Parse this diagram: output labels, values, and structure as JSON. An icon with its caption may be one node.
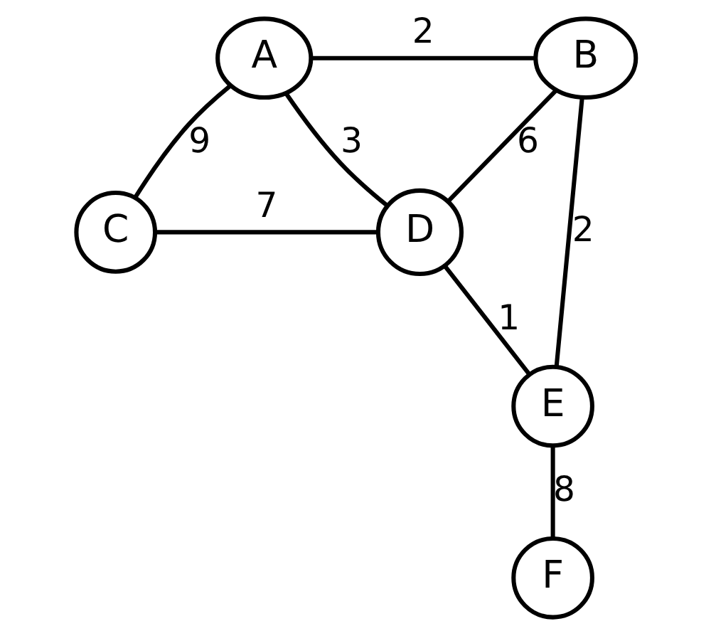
{
  "diagram": {
    "nodes": [
      {
        "text": [
          "A"
        ]
      },
      {
        "text": [
          "B"
        ]
      },
      {
        "text": [
          "C"
        ]
      },
      {
        "text": [
          "D"
        ]
      },
      {
        "text": [
          "E"
        ]
      },
      {
        "text": [
          "F"
        ]
      }
    ],
    "edges": [
      {
        "from": 0,
        "to": 1,
        "arrow": "none",
        "label": "2"
      },
      {
        "from": 0,
        "to": 3,
        "arrow": "none",
        "label": "3"
      },
      {
        "from": 0,
        "to": 2,
        "arrow": "none",
        "label": "9"
      },
      {
        "from": 1,
        "to": 3,
        "arrow": "none",
        "label": "6"
      },
      {
        "from": 1,
        "to": 4,
        "arrow": "none",
        "label": "2"
      },
      {
        "from": 2,
        "to": 3,
        "arrow": "none",
        "label": "7"
      },
      {
        "from": 3,
        "to": 4,
        "arrow": "none",
        "label": "1"
      },
      {
        "from": 4,
        "to": 5,
        "arrow": "none",
        "label": "8"
      }
    ]
  }
}
